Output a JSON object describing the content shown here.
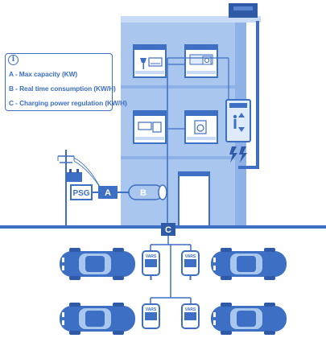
{
  "legend": {
    "info_icon_glyph": "i",
    "items": [
      "A - Max capacity (KW)",
      "B - Real time consumption (KW/H)",
      "C - Charging power regulation (KW/H)"
    ]
  },
  "labels": {
    "psg": "PSG",
    "meter_a": "A",
    "meter_b": "B",
    "regulator_c": "C",
    "charger": "VARS"
  },
  "colors": {
    "primary": "#3d6fc4",
    "building_light": "#a9c6ef",
    "building_mid": "#8fb2e6",
    "dark": "#2f5aa8",
    "ground": "#3d6fc4"
  },
  "icons": [
    "info-icon",
    "transmission-tower-icon",
    "transformer-icon",
    "electric-car-icon",
    "charging-station-icon",
    "elevator-icon",
    "lightning-icon",
    "air-conditioner-icon",
    "washing-machine-icon",
    "lamp-icon"
  ]
}
